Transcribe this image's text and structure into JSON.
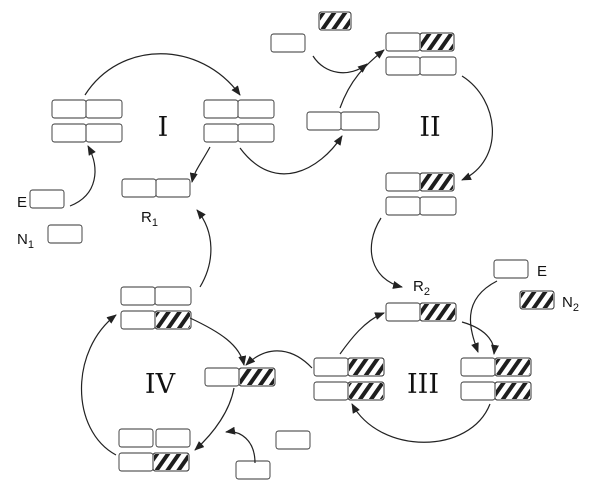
{
  "cycles": {
    "I": "I",
    "II": "II",
    "III": "III",
    "IV": "IV"
  },
  "labels": {
    "E_left": "E",
    "N1": {
      "main": "N",
      "sub": "1"
    },
    "R1": {
      "main": "R",
      "sub": "1"
    },
    "R2": {
      "main": "R",
      "sub": "2"
    },
    "E_right": "E",
    "N2": {
      "main": "N",
      "sub": "2"
    }
  },
  "colors": {
    "dark_segment": "#5c5c5c",
    "light_segment": "#c4c4c4",
    "hatched_segment": "#9a9a9a",
    "hatch_stripe": "#1e1e1e",
    "arrow": "#222222"
  }
}
